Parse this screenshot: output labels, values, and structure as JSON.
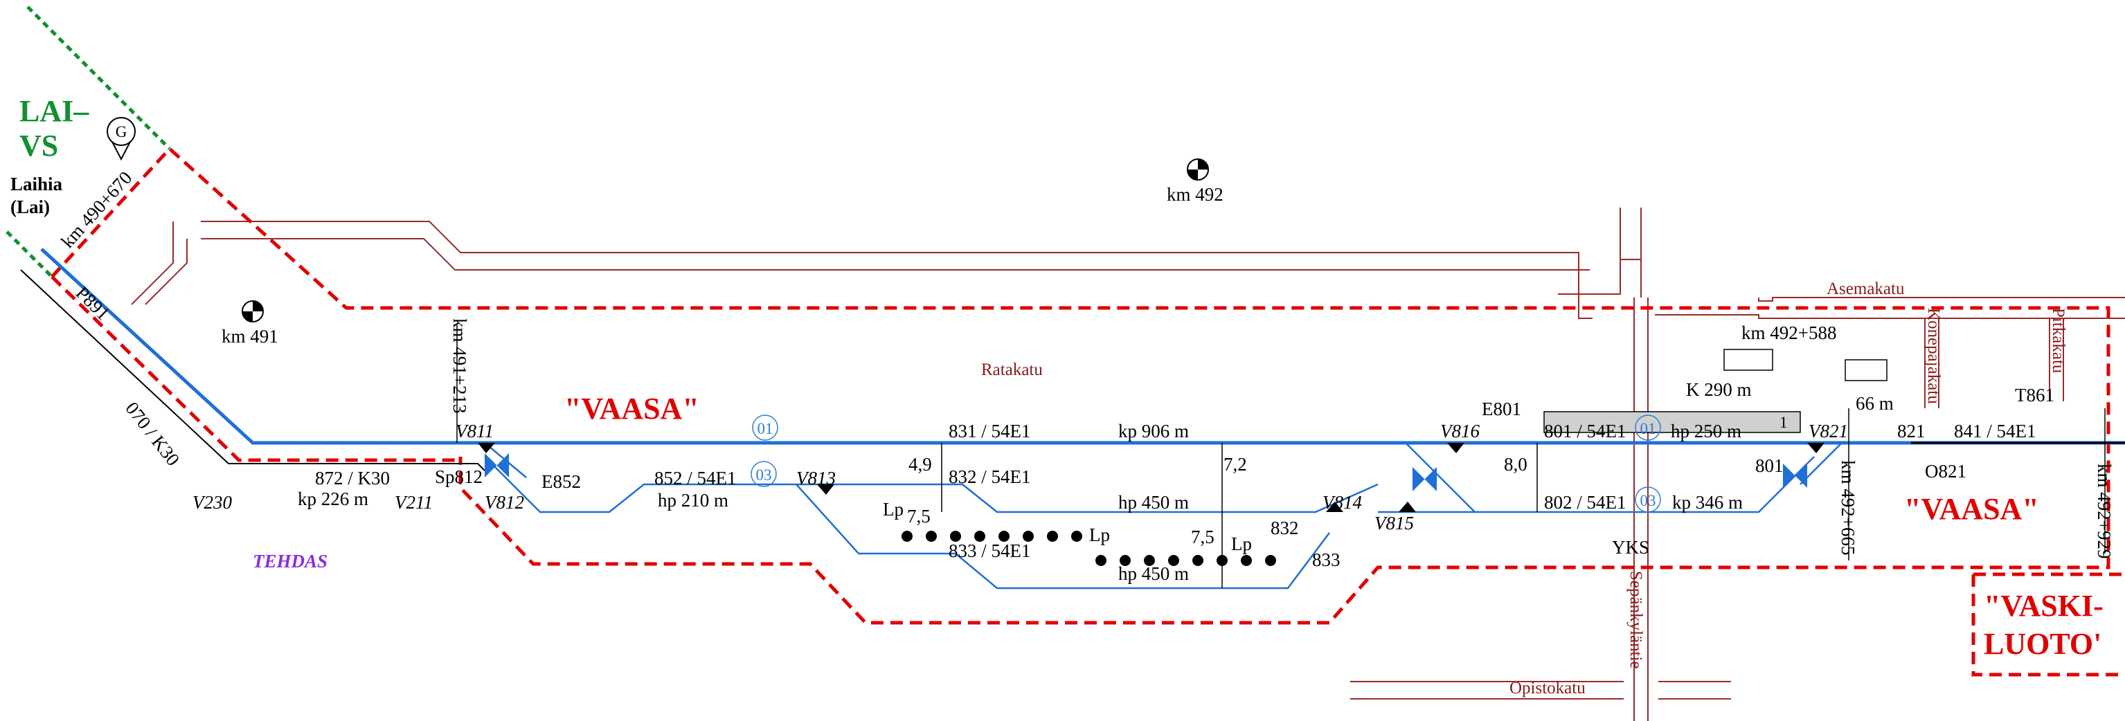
{
  "areas": {
    "lai_vs_line1": "LAI–",
    "lai_vs_line2": "VS",
    "laihia_line1": "Laihia",
    "laihia_line2": "(Lai)",
    "vaasa_left": "\"VAASA\"",
    "vaasa_right": "\"VAASA\"",
    "vaskiluoto_line1": "\"VASKI-",
    "vaskiluoto_line2": "LUOTO'",
    "tehdas": "TEHDAS",
    "g_marker": "G"
  },
  "km": {
    "k490": "km 490+670",
    "k491": "km 491",
    "k492": "km 492",
    "k491_213": "km 491+213",
    "k492_588": "km 492+588",
    "k492_665": "km 492+665",
    "k492_929": "km 492+929"
  },
  "streets": {
    "ratakatu": "Ratakatu",
    "asemakatu": "Asemakatu",
    "konepajakatu": "Konepajakatu",
    "pitkakatu": "Pitkäkatu",
    "sepankylante": "Sepänkyläntie",
    "opistokatu": "Opistokatu"
  },
  "tracks": {
    "t070": "070 / K30",
    "t872": "872 / K30",
    "kp226": "kp 226 m",
    "t852": "852 / 54E1",
    "hp210": "hp 210 m",
    "t831": "831 / 54E1",
    "kp906": "kp 906 m",
    "t832": "832 / 54E1",
    "hp450a": "hp 450 m",
    "t833": "833 / 54E1",
    "hp450b": "hp 450 m",
    "t801": "801 / 54E1",
    "hp250": "hp 250 m",
    "t802": "802 / 54E1",
    "kp346": "kp 346 m",
    "t821": "821",
    "t841": "841 / 54E1",
    "k290": "K 290 m",
    "m66": "66 m",
    "circ01a": "01",
    "circ03a": "03",
    "circ01b": "01",
    "circ03b": "03",
    "one": "1"
  },
  "signals": {
    "V230": "V230",
    "V211": "V211",
    "V811": "V811",
    "V812": "V812",
    "V813": "V813",
    "V814": "V814",
    "V815": "V815",
    "V816": "V816",
    "V821": "V821",
    "Sp812": "Sp812",
    "E852": "E852",
    "E801": "E801",
    "T861": "T861",
    "O821": "O821",
    "P891": "P891",
    "s801": "801",
    "s832": "832",
    "s833": "833",
    "YKS": "YKS",
    "Lp1": "Lp",
    "Lp2": "Lp",
    "Lp3": "Lp",
    "d49": "4,9",
    "d75a": "7,5",
    "d72": "7,2",
    "d75b": "7,5",
    "d80": "8,0"
  },
  "colors": {
    "track_blue": "#1f6fd6",
    "boundary_red": "#e00000",
    "boundary_green": "#109030",
    "street_brown": "#9b2a2a",
    "tehdas_purple": "#8a2be2"
  }
}
